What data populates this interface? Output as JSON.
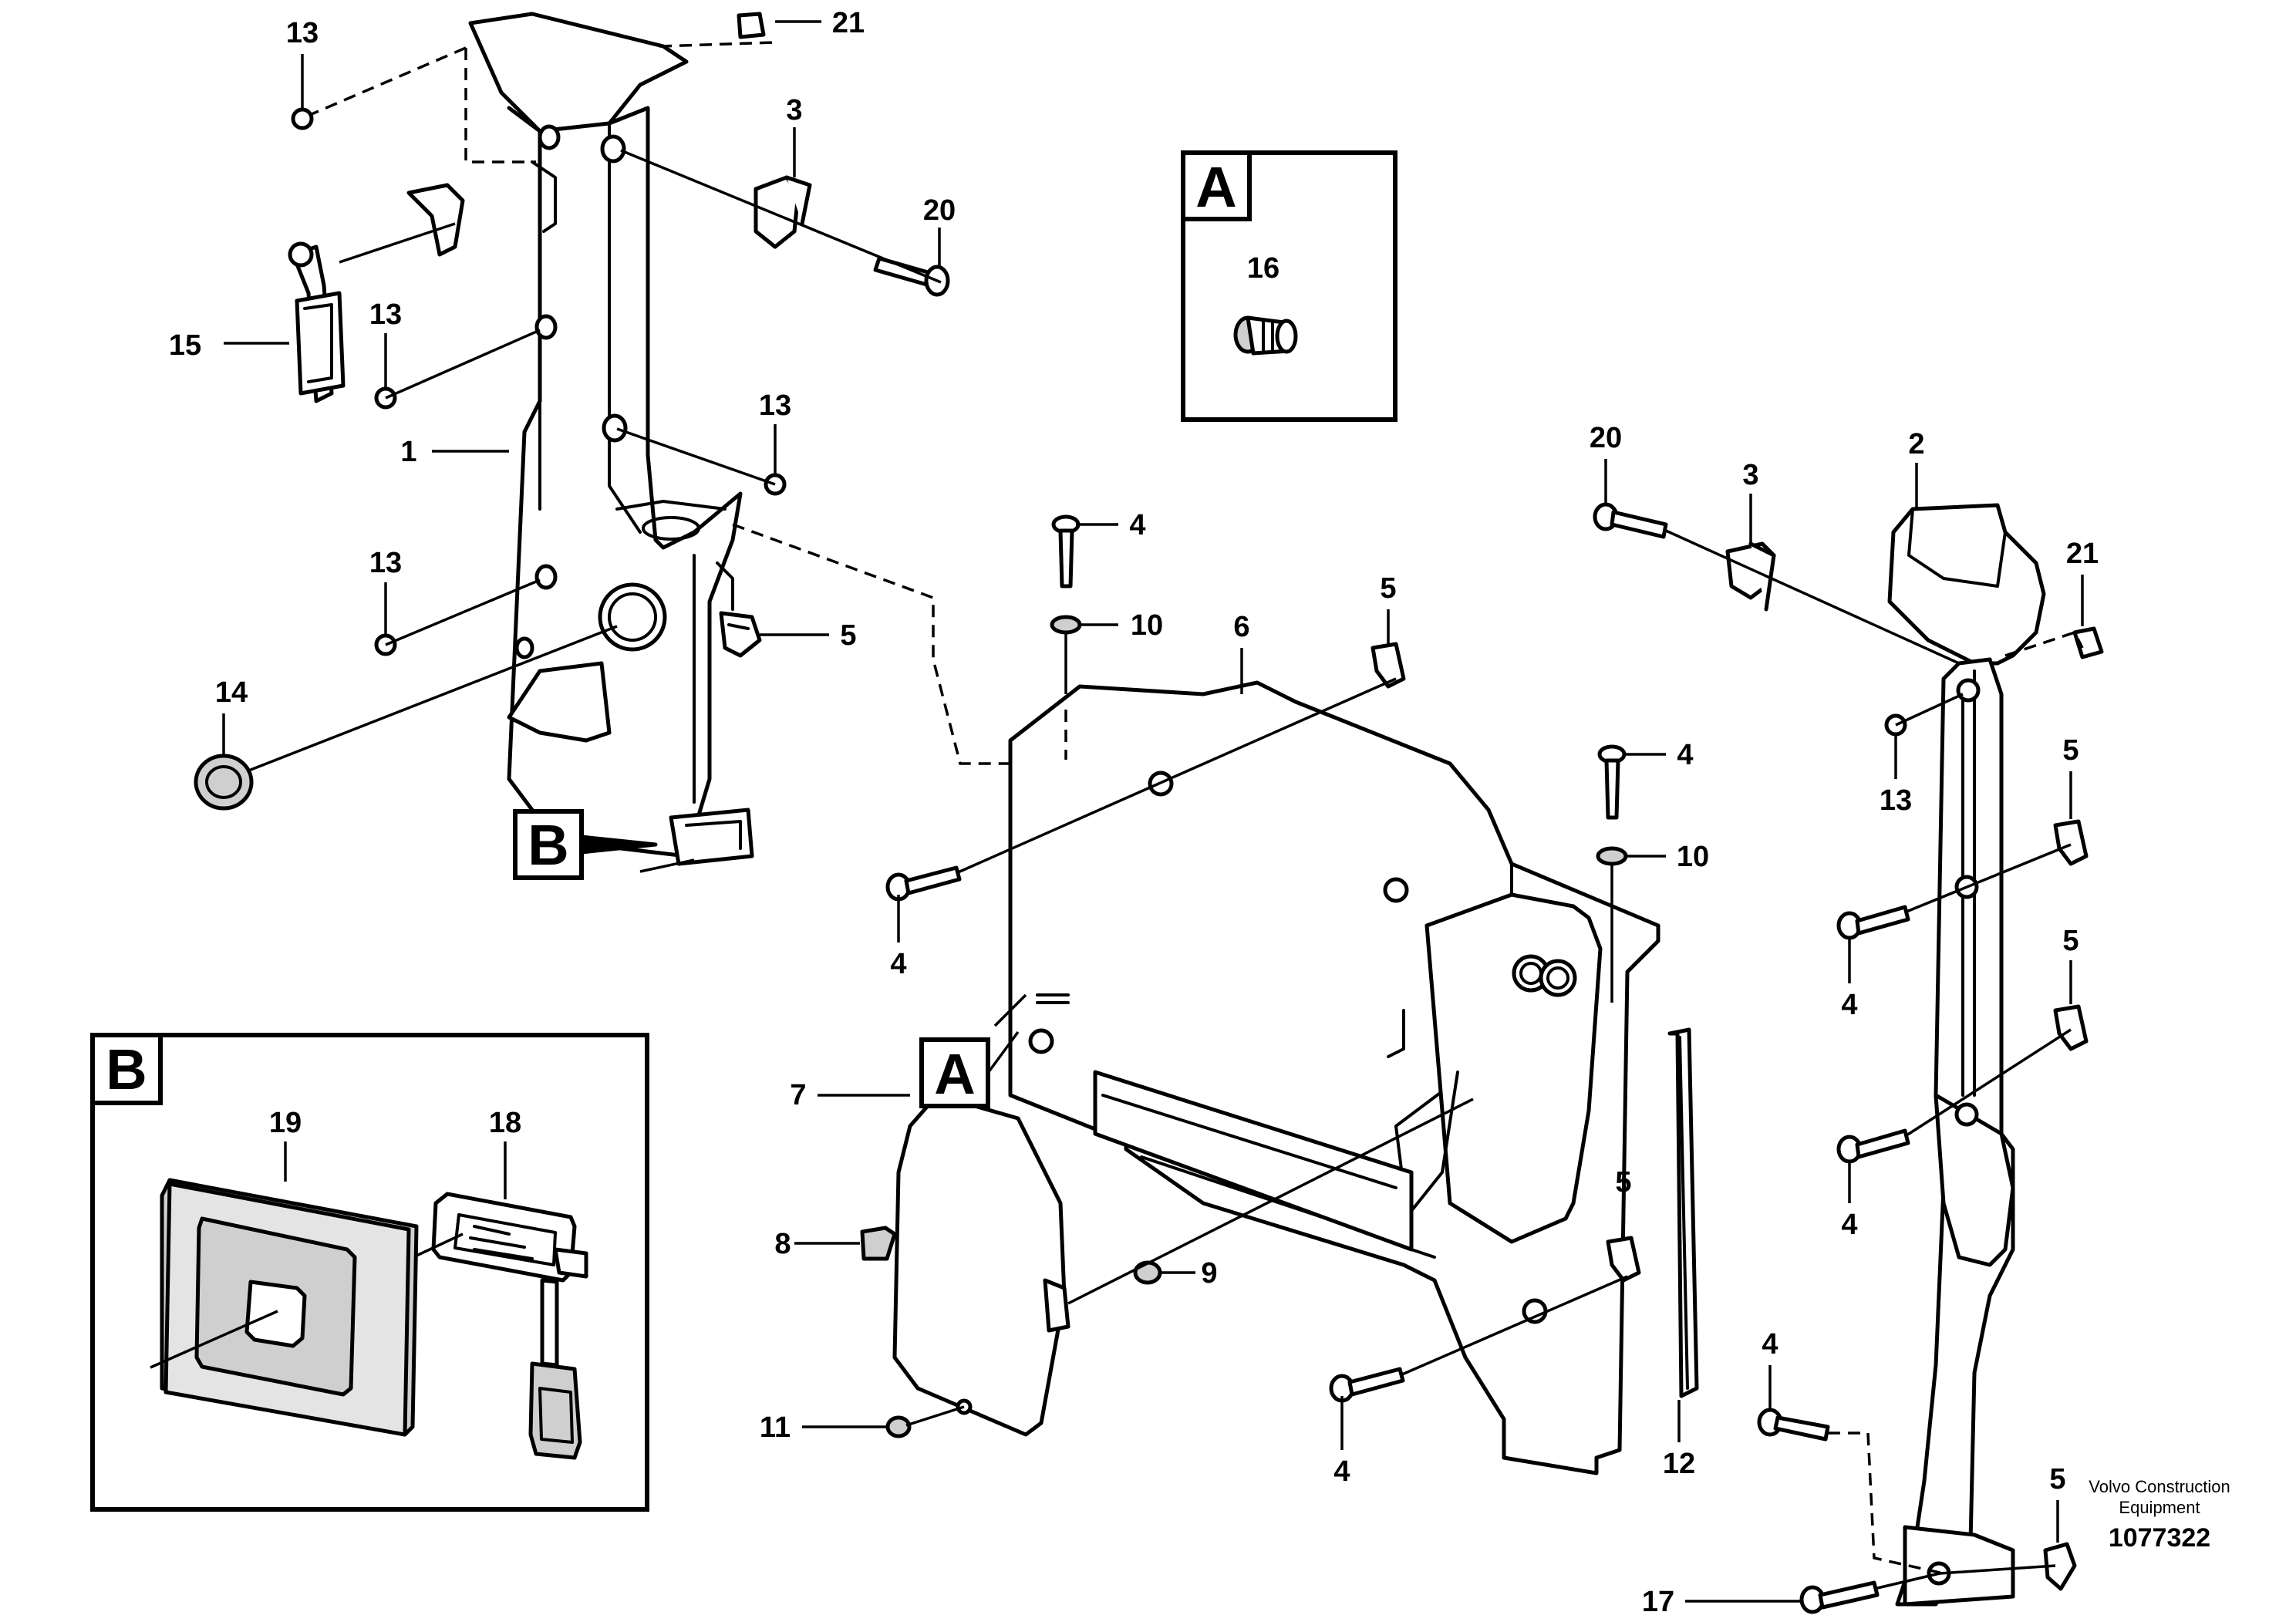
{
  "callouts": [
    {
      "id": "c13a",
      "label": "13"
    },
    {
      "id": "c21a",
      "label": "21"
    },
    {
      "id": "c3a",
      "label": "3"
    },
    {
      "id": "c20a",
      "label": "20"
    },
    {
      "id": "c13b",
      "label": "13"
    },
    {
      "id": "c15",
      "label": "15"
    },
    {
      "id": "c13c",
      "label": "13"
    },
    {
      "id": "c1",
      "label": "1"
    },
    {
      "id": "c13d",
      "label": "13"
    },
    {
      "id": "c14",
      "label": "14"
    },
    {
      "id": "c5a",
      "label": "5"
    },
    {
      "id": "c4a",
      "label": "4"
    },
    {
      "id": "c10a",
      "label": "10"
    },
    {
      "id": "c6",
      "label": "6"
    },
    {
      "id": "c5b",
      "label": "5"
    },
    {
      "id": "c4b",
      "label": "4"
    },
    {
      "id": "c4c",
      "label": "4"
    },
    {
      "id": "c10b",
      "label": "10"
    },
    {
      "id": "c16",
      "label": "16"
    },
    {
      "id": "c20b",
      "label": "20"
    },
    {
      "id": "c3b",
      "label": "3"
    },
    {
      "id": "c2",
      "label": "2"
    },
    {
      "id": "c21b",
      "label": "21"
    },
    {
      "id": "c13e",
      "label": "13"
    },
    {
      "id": "c5c",
      "label": "5"
    },
    {
      "id": "c4d",
      "label": "4"
    },
    {
      "id": "c5d",
      "label": "5"
    },
    {
      "id": "c4e",
      "label": "4"
    },
    {
      "id": "c7",
      "label": "7"
    },
    {
      "id": "c8",
      "label": "8"
    },
    {
      "id": "c9",
      "label": "9"
    },
    {
      "id": "c11",
      "label": "11"
    },
    {
      "id": "c5e",
      "label": "5"
    },
    {
      "id": "c4f",
      "label": "4"
    },
    {
      "id": "c12",
      "label": "12"
    },
    {
      "id": "c4g",
      "label": "4"
    },
    {
      "id": "c5f",
      "label": "5"
    },
    {
      "id": "c17",
      "label": "17"
    },
    {
      "id": "c19",
      "label": "19"
    },
    {
      "id": "c18",
      "label": "18"
    }
  ],
  "views": {
    "a_box": "A",
    "a_ref": "A",
    "b_box": "B",
    "b_ref": "B"
  },
  "credit": {
    "line1": "Volvo Construction",
    "line2": "Equipment",
    "number": "1077322"
  }
}
